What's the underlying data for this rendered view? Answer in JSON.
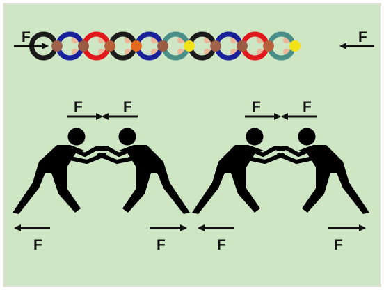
{
  "colors": {
    "background": "#cfe6c4",
    "border": "#e6e6e6",
    "arrow": "#111111",
    "figure": "#000000",
    "chain_rings": [
      "#1a1a1a",
      "#18209a",
      "#e0181c",
      "#1a1a1a",
      "#18209a",
      "#4a8f87",
      "#1a1a1a",
      "#18209a",
      "#e0181c",
      "#4a8f87"
    ],
    "chain_joints": [
      "#a0624a",
      "#9a5b44",
      "#b8603a",
      "#e36a1d",
      "#9a5b44",
      "#f2e21a",
      "#a0624a",
      "#9a5b44",
      "#b8603a",
      "#f2e21a"
    ],
    "chain_links": "#eab79a"
  },
  "chain": {
    "left_force_label": "F",
    "right_force_label": "F"
  },
  "wrestlers_left": {
    "top_left_label": "F",
    "top_right_label": "F",
    "bottom_left_label": "F",
    "bottom_right_label": "F"
  },
  "wrestlers_right": {
    "top_left_label": "F",
    "top_right_label": "F",
    "bottom_left_label": "F",
    "bottom_right_label": "F"
  }
}
